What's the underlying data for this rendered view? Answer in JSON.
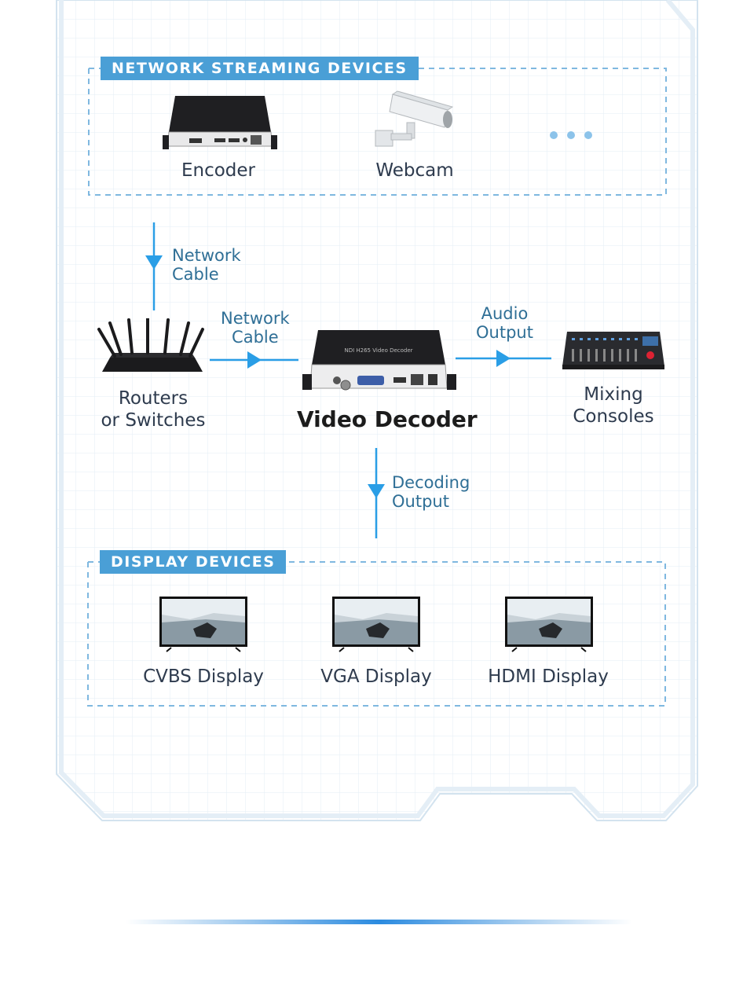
{
  "top_section": {
    "tag": "NETWORK STREAMING DEVICES",
    "devices": [
      {
        "label": "Encoder",
        "icon": "encoder-box-icon"
      },
      {
        "label": "Webcam",
        "icon": "webcam-icon"
      },
      {
        "label": "",
        "icon": "ellipsis-icon"
      }
    ]
  },
  "flows": {
    "down_cable": [
      "Network",
      "Cable"
    ],
    "mid_cable": [
      "Network",
      "Cable"
    ],
    "audio": [
      "Audio",
      "Output"
    ],
    "decoding": [
      "Decoding",
      "Output"
    ]
  },
  "center": {
    "router_label": [
      "Routers",
      "or Switches"
    ],
    "decoder_title": "Video Decoder",
    "mixer_label": [
      "Mixing",
      "Consoles"
    ]
  },
  "display_section": {
    "tag": "DISPLAY DEVICES",
    "devices": [
      {
        "label": "CVBS Display",
        "icon": "tv-icon"
      },
      {
        "label": "VGA Display",
        "icon": "tv-icon"
      },
      {
        "label": "HDMI Display",
        "icon": "tv-icon"
      }
    ]
  },
  "colors": {
    "accent": "#4a9fd6",
    "arrow": "#2a9ee6",
    "frame": "#d6e6f2"
  }
}
